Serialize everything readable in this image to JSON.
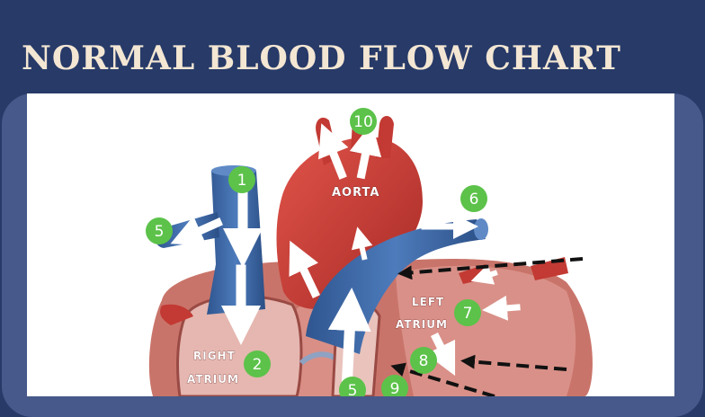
{
  "title": "NORMAL BLOOD FLOW CHART",
  "labels": {
    "aorta": "AORTA",
    "left_atrium_1": "LEFT",
    "left_atrium_2": "ATRIUM",
    "right_atrium_1": "RIGHT",
    "right_atrium_2": "ATRIUM"
  },
  "badges": [
    "1",
    "2",
    "5",
    "6",
    "7",
    "8",
    "9",
    "10",
    "5"
  ],
  "colors": {
    "background": "#273a68",
    "panel": "#46598a",
    "title_text": "#f3e6d3",
    "badge": "#5cc24a",
    "vessel_blue": "#3f6aa6",
    "aorta_red": "#cc3a33",
    "heart_muscle": "#c9746a"
  }
}
